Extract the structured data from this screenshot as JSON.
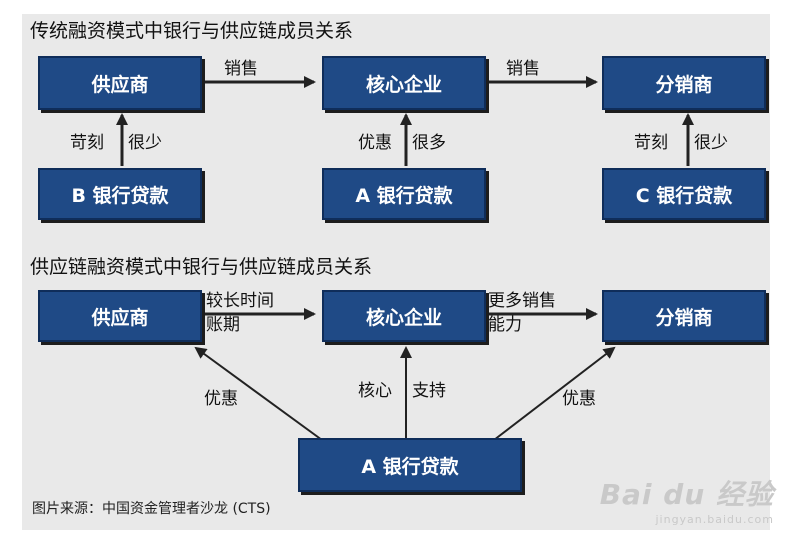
{
  "diagram1": {
    "title": "传统融资模式中银行与供应链成员关系",
    "supplier": "供应商",
    "core": "核心企业",
    "distributor": "分销商",
    "bank_b": "B 银行贷款",
    "bank_a": "A 银行贷款",
    "bank_c": "C 银行贷款",
    "edge_supplier_core": "销售",
    "edge_core_dist": "销售",
    "edge_b_left": "苛刻",
    "edge_b_right": "很少",
    "edge_a_left": "优惠",
    "edge_a_right": "很多",
    "edge_c_left": "苛刻",
    "edge_c_right": "很少"
  },
  "diagram2": {
    "title": "供应链融资模式中银行与供应链成员关系",
    "supplier": "供应商",
    "core": "核心企业",
    "distributor": "分销商",
    "bank_a": "A 银行贷款",
    "edge_supplier_core_1": "较长时间",
    "edge_supplier_core_2": "账期",
    "edge_core_dist_1": "更多销售",
    "edge_core_dist_2": "能力",
    "edge_bank_supplier": "优惠",
    "edge_bank_core_left": "核心",
    "edge_bank_core_right": "支持",
    "edge_bank_dist": "优惠"
  },
  "source": "图片来源：中国资金管理者沙龙 (CTS)",
  "watermark": {
    "brand": "Bai du 经验",
    "url": "jingyan.baidu.com"
  }
}
